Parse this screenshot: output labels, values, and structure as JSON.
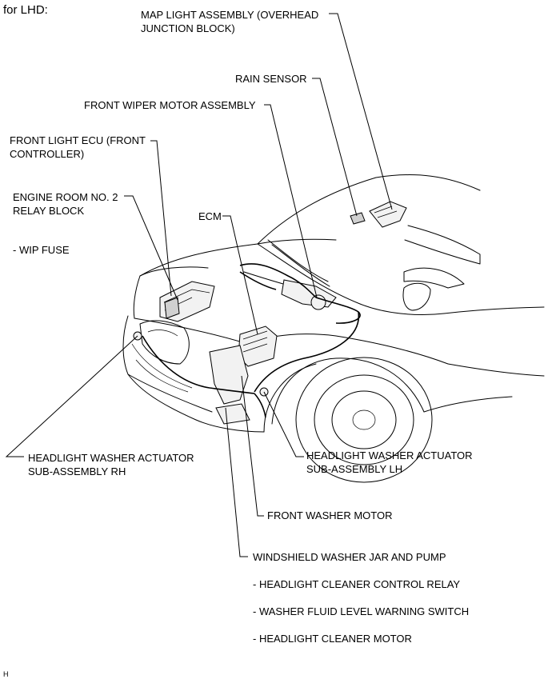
{
  "header": {
    "scope": "for LHD:"
  },
  "labels": {
    "map_light": [
      "MAP LIGHT ASSEMBLY (OVERHEAD",
      "JUNCTION BLOCK)"
    ],
    "rain_sensor": "RAIN SENSOR",
    "front_wiper_motor": "FRONT WIPER MOTOR ASSEMBLY",
    "front_light_ecu": [
      "FRONT LIGHT ECU (FRONT",
      "CONTROLLER)"
    ],
    "engine_room_relay": [
      "ENGINE ROOM NO. 2",
      "RELAY BLOCK"
    ],
    "wip_fuse": "- WIP FUSE",
    "ecm": "ECM",
    "hl_washer_rh": [
      "HEADLIGHT WASHER ACTUATOR",
      "SUB-ASSEMBLY RH"
    ],
    "hl_washer_lh": [
      "HEADLIGHT WASHER ACTUATOR",
      "SUB-ASSEMBLY LH"
    ],
    "front_washer_motor": "FRONT WASHER MOTOR",
    "washer_jar": "WINDSHIELD WASHER JAR AND PUMP",
    "jar_items": [
      "- HEADLIGHT CLEANER CONTROL RELAY",
      "- WASHER FLUID LEVEL WARNING SWITCH",
      "- HEADLIGHT CLEANER MOTOR"
    ]
  },
  "footer": {
    "code": "H"
  }
}
